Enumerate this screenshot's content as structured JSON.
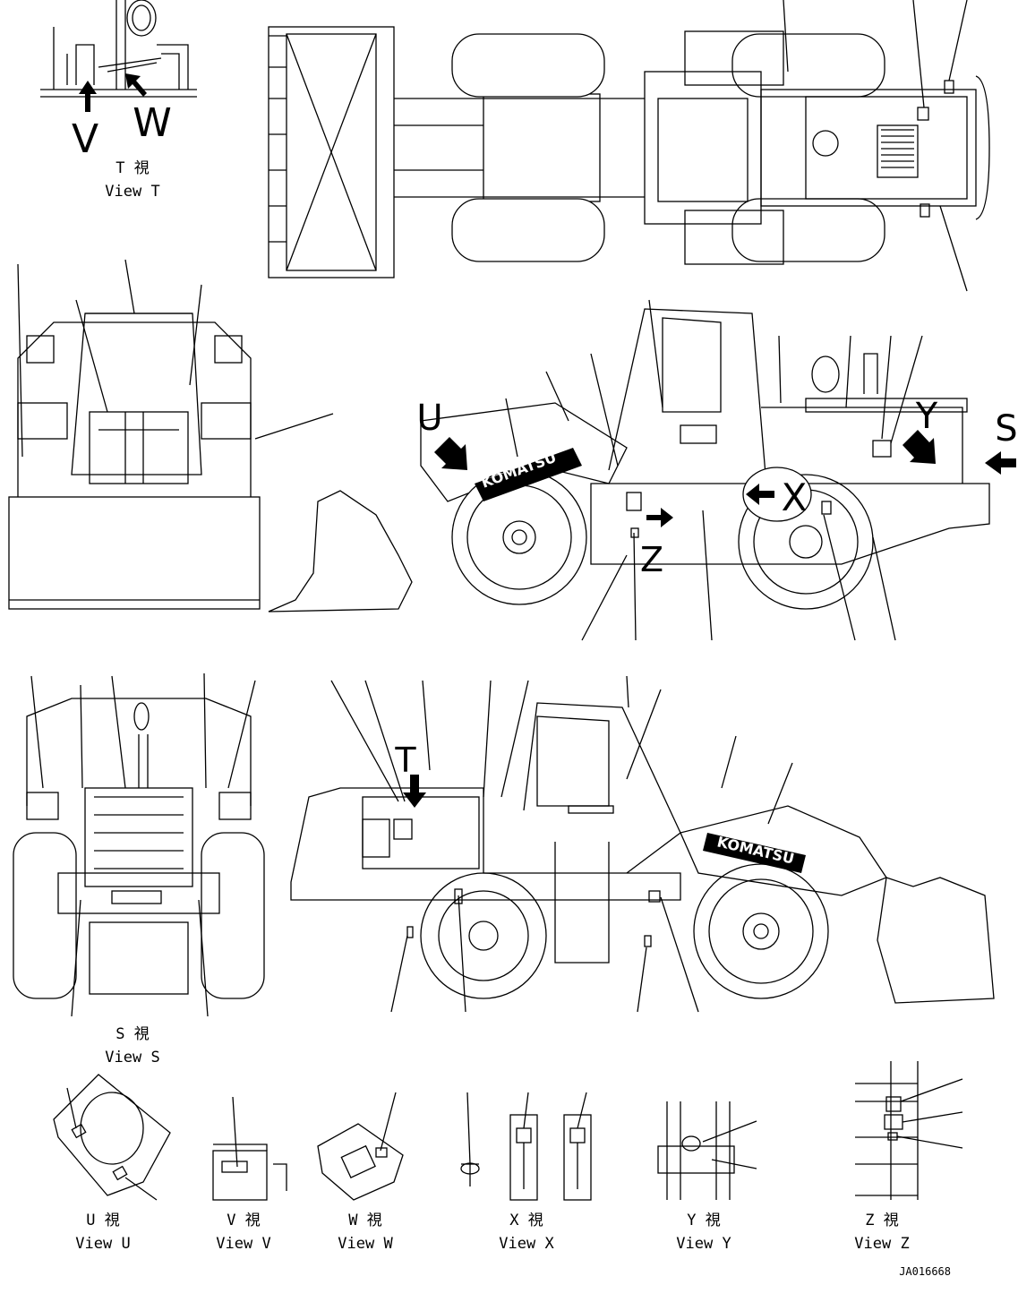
{
  "views": {
    "T": {
      "jp": "T 視",
      "en": "View T"
    },
    "S": {
      "jp": "S 視",
      "en": "View S"
    },
    "U": {
      "jp": "U 視",
      "en": "View U"
    },
    "V": {
      "jp": "V 視",
      "en": "View V"
    },
    "W": {
      "jp": "W 視",
      "en": "View W"
    },
    "X": {
      "jp": "X 視",
      "en": "View X"
    },
    "Y": {
      "jp": "Y 視",
      "en": "View Y"
    },
    "Z": {
      "jp": "Z 視",
      "en": "View Z"
    }
  },
  "markers": {
    "V": "V",
    "W": "W",
    "U": "U",
    "Z": "Z",
    "X": "X",
    "Y": "Y",
    "S": "S",
    "T": "T"
  },
  "brand": "KOMATSU",
  "drawing_no": "JA016668"
}
